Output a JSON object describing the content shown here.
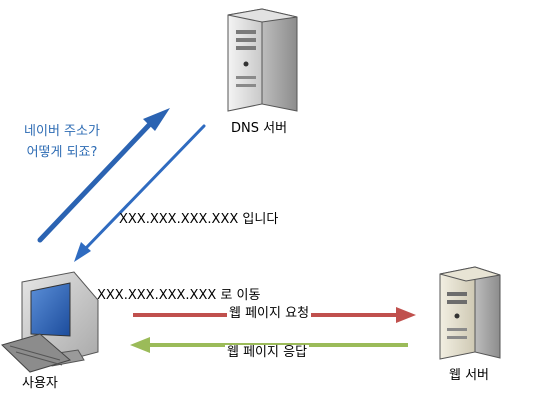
{
  "nodes": {
    "dns_server": {
      "label": "DNS 서버"
    },
    "web_server": {
      "label": "웹 서버"
    },
    "user": {
      "label": "사용자"
    }
  },
  "messages": {
    "question_line1": "네이버 주소가",
    "question_line2": "어떻게 되죠?",
    "dns_answer": "XXX.XXX.XXX.XXX 입니다",
    "move_to": "XXX.XXX.XXX.XXX 로 이동",
    "web_request": "웹 페이지 요청",
    "web_response": "웹 페이지 응답"
  },
  "colors": {
    "query_arrow": "#2b63b2",
    "answer_arrow": "#2f6bc0",
    "request_arrow": "#c0504d",
    "response_arrow": "#9bbb59",
    "question_text": "#2e6cb4"
  }
}
